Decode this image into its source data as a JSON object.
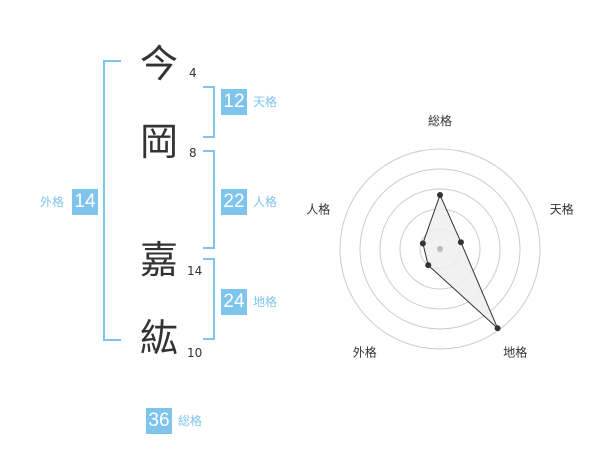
{
  "name": {
    "chars": [
      {
        "char": "今",
        "strokes": "4"
      },
      {
        "char": "岡",
        "strokes": "8"
      },
      {
        "char": "嘉",
        "strokes": "14"
      },
      {
        "char": "紘",
        "strokes": "10"
      }
    ]
  },
  "fortune": {
    "tenkaku": {
      "value": "12",
      "label": "天格"
    },
    "jinkaku": {
      "value": "22",
      "label": "人格"
    },
    "chikaku": {
      "value": "24",
      "label": "地格"
    },
    "gaikaku": {
      "value": "14",
      "label": "外格"
    },
    "soukaku": {
      "value": "36",
      "label": "総格"
    }
  },
  "colors": {
    "accent": "#7fc4ec",
    "text": "#333333",
    "grid": "#cccccc",
    "fill": "#eeeeee"
  },
  "chart_data": {
    "type": "radar",
    "axes": [
      "総格",
      "天格",
      "地格",
      "外格",
      "人格"
    ],
    "values": [
      2.7,
      1.1,
      4.9,
      1.0,
      0.9
    ],
    "scale_max": 5,
    "rings": 5
  }
}
